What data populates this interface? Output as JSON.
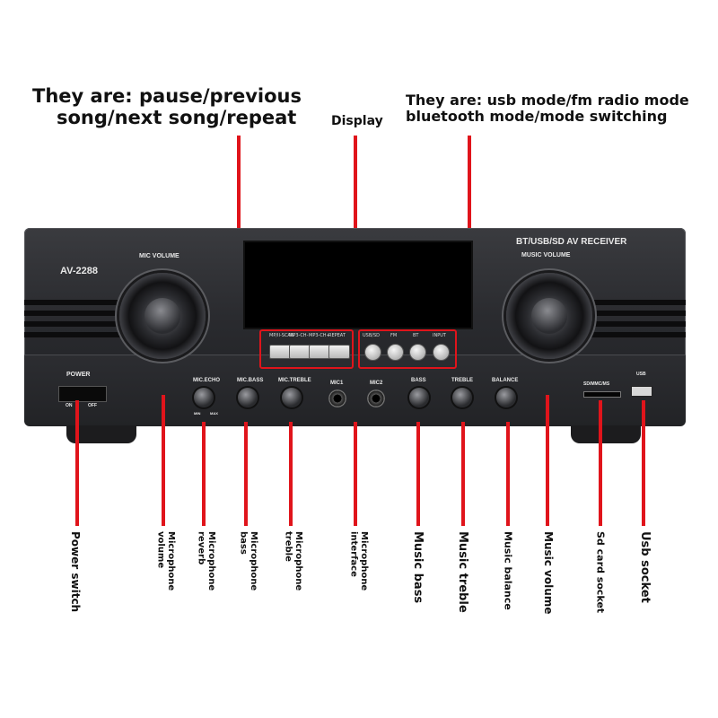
{
  "callouts": {
    "left_line1": "They are: pause/previous",
    "left_line2": "song/next song/repeat",
    "display": "Display",
    "right_line1": "They are: usb mode/fm radio mode",
    "right_line2": "bluetooth mode/mode switching"
  },
  "panel": {
    "model": "AV-2288",
    "mic_volume": "MIC VOLUME",
    "receiver": "BT/USB/SD AV RECEIVER",
    "music_volume": "MUSIC VOLUME",
    "power": "POWER",
    "on": "ON",
    "off": "OFF",
    "transport_buttons": [
      "MP/II-SCAN",
      "MP3-CH-",
      "MP3-CH+",
      "REPEAT"
    ],
    "mode_buttons": [
      "USB/SD",
      "FM",
      "BT",
      "INPUT"
    ],
    "knobs": [
      "MIC.ECHO",
      "MIC.BASS",
      "MIC.TREBLE",
      "BASS",
      "TREBLE",
      "BALANCE"
    ],
    "mic_echo_min": "MIN",
    "mic_echo_max": "MAX",
    "jacks": [
      "MIC1",
      "MIC2"
    ],
    "sd_slot": "SD/MMC/MS",
    "usb": "USB"
  },
  "labels": {
    "power_switch": "Power switch",
    "mic_volume": "Microphone volume",
    "mic_reverb": "Microphone reverb",
    "mic_bass": "Microphone bass",
    "mic_treble": "Microphone treble",
    "mic_interface": "Microphone interface",
    "music_bass": "Music bass",
    "music_treble": "Music treble",
    "music_balance": "Music balance",
    "music_volume": "Music volume",
    "sd_socket": "Sd card socket",
    "usb_socket": "Usb socket"
  },
  "colors": {
    "leader": "#e0141b",
    "panel": "#2a2b2f",
    "display": "#000000"
  }
}
